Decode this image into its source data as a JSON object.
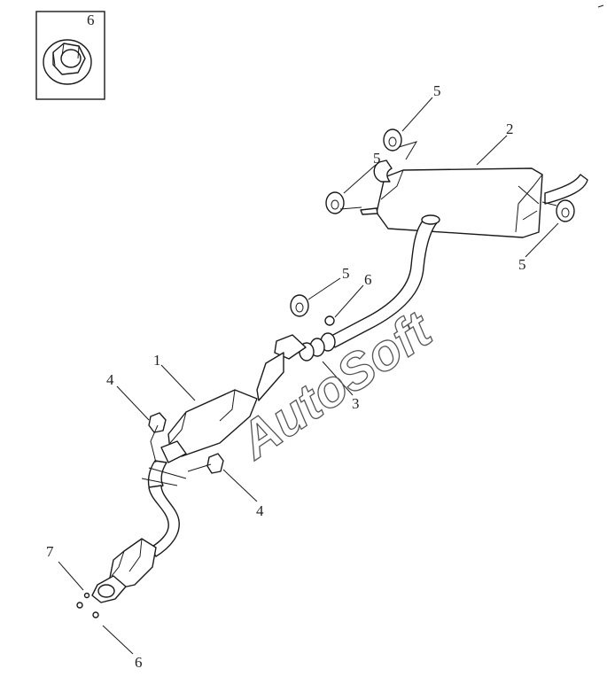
{
  "inset": {
    "label": "6"
  },
  "callouts": {
    "p5_top": "5",
    "p2": "2",
    "p5_left": "5",
    "p5_right": "5",
    "p5_mid": "5",
    "p6_mid": "6",
    "p3": "3",
    "p1": "1",
    "p4_left": "4",
    "p4_right": "4",
    "p7": "7",
    "p6_bottom": "6"
  },
  "watermark": "AutoSoft"
}
